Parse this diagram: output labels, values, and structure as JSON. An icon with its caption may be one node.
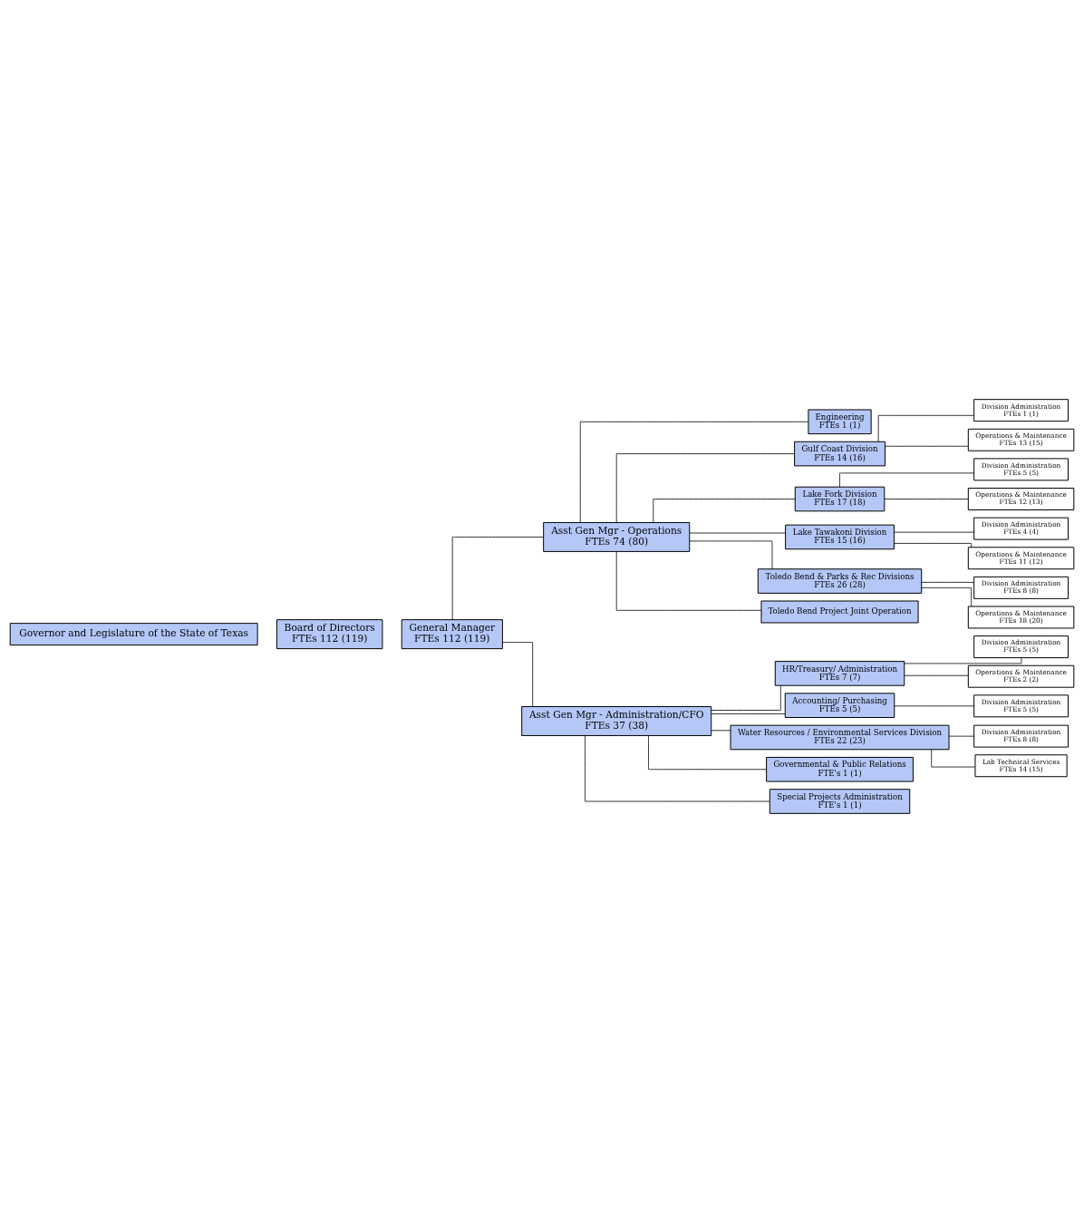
{
  "diagram": {
    "nodes": [
      {
        "text": [
          "Governor and Legislature of the State of Texas"
        ]
      },
      {
        "text": [
          "Board of Directors",
          "FTEs 112 (119)"
        ]
      },
      {
        "text": [
          "General Manager",
          "FTEs 112 (119)"
        ]
      },
      {
        "text": [
          "Asst Gen Mgr - Operations",
          "FTEs 74 (80)"
        ]
      },
      {
        "text": [
          "Asst Gen Mgr - Administration/CFO",
          "FTEs 37 (38)"
        ]
      },
      {
        "text": [
          "Engineering",
          "FTEs 1 (1)"
        ]
      },
      {
        "text": [
          "Gulf Coast Division",
          "FTEs 14 (16)"
        ]
      },
      {
        "text": [
          "Division Administration",
          "FTEs 1 (1)"
        ]
      },
      {
        "text": [
          "Operations & Maintenance",
          "FTEs 13 (15)"
        ]
      },
      {
        "text": [
          "Lake Fork Division",
          "FTEs 17 (18)"
        ]
      },
      {
        "text": [
          "Division Administration",
          "FTEs 5 (5)"
        ]
      },
      {
        "text": [
          "Operations & Maintenance",
          "FTEs 12 (13)"
        ]
      },
      {
        "text": [
          "Lake Tawakoni Division",
          "FTEs 15 (16)"
        ]
      },
      {
        "text": [
          "Division Administration",
          "FTEs 4 (4)"
        ]
      },
      {
        "text": [
          "Operations & Maintenance",
          "FTEs 11 (12)"
        ]
      },
      {
        "text": [
          "Toledo Bend & Parks & Rec Divisions",
          "FTEs 26 (28)"
        ]
      },
      {
        "text": [
          "Division Administration",
          "FTEs 8 (8)"
        ]
      },
      {
        "text": [
          "Operations & Maintenance",
          "FTEs 18 (20)"
        ]
      },
      {
        "text": [
          "Toledo Bend Project Joint Operation"
        ]
      },
      {
        "text": [
          "HR/Treasury/ Administration",
          "FTEs 7 (7)"
        ]
      },
      {
        "text": [
          "Division Administration",
          "FTEs 5 (5)"
        ]
      },
      {
        "text": [
          "Operations & Maintenance",
          "FTEs 2 (2)"
        ]
      },
      {
        "text": [
          "Accounting/ Purchasing",
          "FTEs 5 (5)"
        ]
      },
      {
        "text": [
          "Division Administration",
          "FTEs 5 (5)"
        ]
      },
      {
        "text": [
          "Water Resources / Environmental Services Division",
          "FTEs 22 (23)"
        ]
      },
      {
        "text": [
          "Division Administration",
          "FTEs 8 (8)"
        ]
      },
      {
        "text": [
          "Lab Technical Services",
          "FTEs 14 (15)"
        ]
      },
      {
        "text": [
          "Governmental & Public Relations",
          "FTE's 1 (1)"
        ]
      },
      {
        "text": [
          "Special Projects Administration",
          "FTE's 1 (1)"
        ]
      }
    ],
    "edges": [
      {
        "from": 2,
        "to": 3,
        "arrow": "none"
      },
      {
        "from": 2,
        "to": 4,
        "arrow": "none"
      },
      {
        "from": 3,
        "to": 5,
        "arrow": "none"
      },
      {
        "from": 3,
        "to": 6,
        "arrow": "none"
      },
      {
        "from": 6,
        "to": 7,
        "arrow": "none"
      },
      {
        "from": 6,
        "to": 8,
        "arrow": "none"
      },
      {
        "from": 3,
        "to": 9,
        "arrow": "none"
      },
      {
        "from": 9,
        "to": 10,
        "arrow": "none"
      },
      {
        "from": 9,
        "to": 11,
        "arrow": "none"
      },
      {
        "from": 3,
        "to": 12,
        "arrow": "none"
      },
      {
        "from": 12,
        "to": 13,
        "arrow": "none"
      },
      {
        "from": 12,
        "to": 14,
        "arrow": "none"
      },
      {
        "from": 3,
        "to": 15,
        "arrow": "none"
      },
      {
        "from": 15,
        "to": 16,
        "arrow": "none"
      },
      {
        "from": 15,
        "to": 17,
        "arrow": "none"
      },
      {
        "from": 3,
        "to": 18,
        "arrow": "none"
      },
      {
        "from": 4,
        "to": 19,
        "arrow": "none"
      },
      {
        "from": 19,
        "to": 20,
        "arrow": "none"
      },
      {
        "from": 19,
        "to": 21,
        "arrow": "none"
      },
      {
        "from": 4,
        "to": 22,
        "arrow": "none"
      },
      {
        "from": 22,
        "to": 23,
        "arrow": "none"
      },
      {
        "from": 4,
        "to": 24,
        "arrow": "none"
      },
      {
        "from": 24,
        "to": 25,
        "arrow": "none"
      },
      {
        "from": 24,
        "to": 26,
        "arrow": "none"
      },
      {
        "from": 4,
        "to": 27,
        "arrow": "none"
      },
      {
        "from": 4,
        "to": 28,
        "arrow": "none"
      }
    ]
  }
}
